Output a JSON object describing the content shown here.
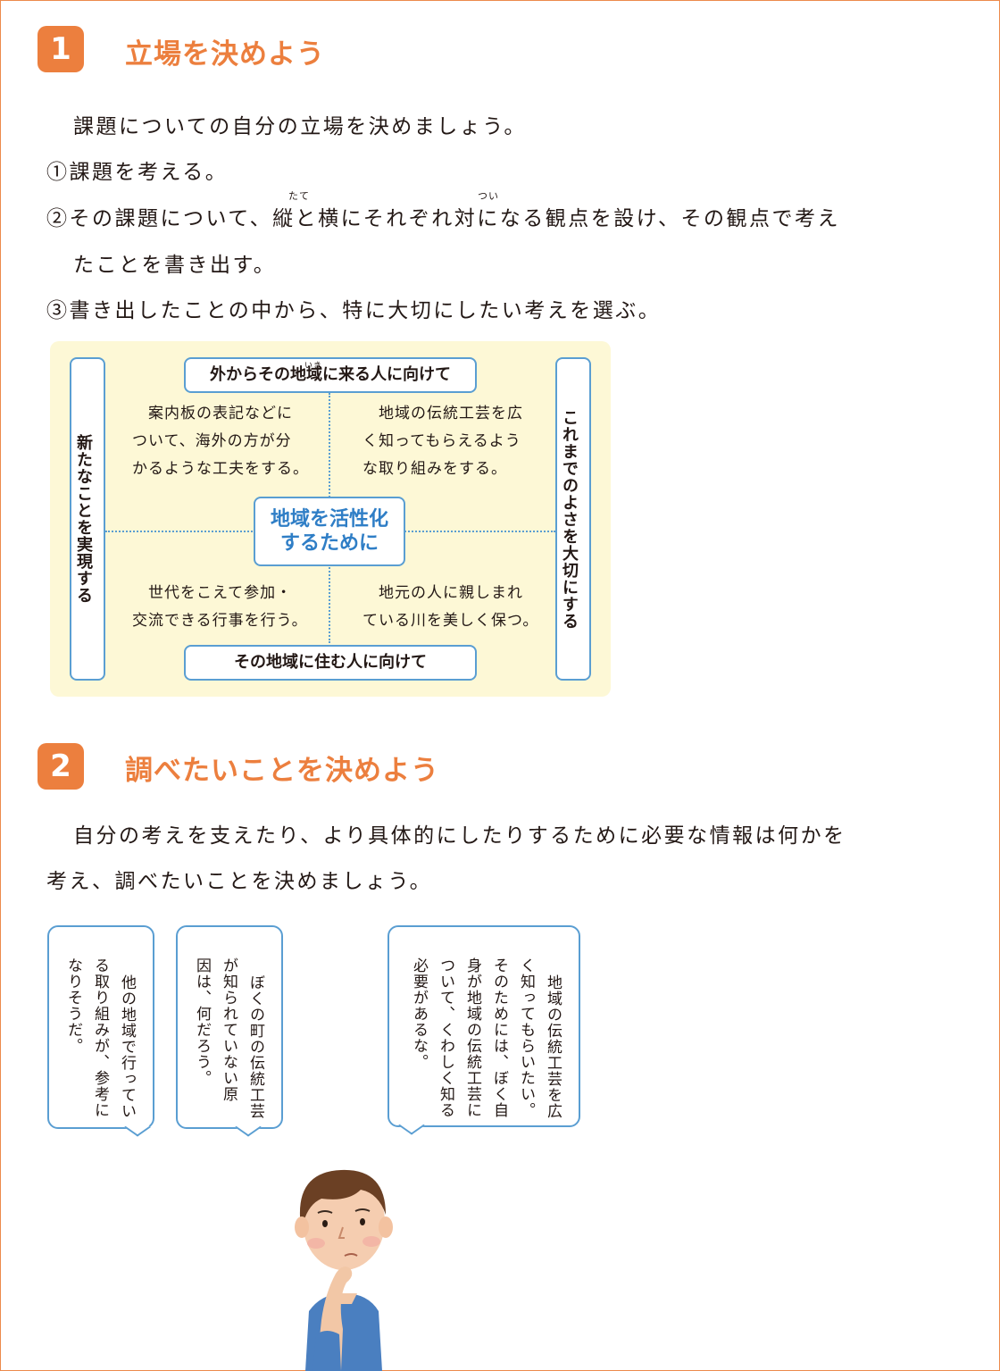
{
  "section1": {
    "number": "1",
    "title": "立場を決めよう",
    "lines": [
      "課題についての自分の立場を決めましょう。",
      "①課題を考える。",
      "②その課題について、縦と横にそれぞれ対になる観点を設け、その観点で考え",
      "たことを書き出す。",
      "③書き出したことの中から、特に大切にしたい考えを選ぶ。"
    ],
    "ruby": {
      "tate": "たて",
      "tsui": "つい",
      "iki": "いき"
    }
  },
  "diagram": {
    "top_label": "外からその地域に来る人に向けて",
    "bottom_label": "その地域に住む人に向けて",
    "left_label": "新たなことを実現する",
    "right_label": "これまでのよさを大切にする",
    "center_line1": "地域を活性化",
    "center_line2": "するために",
    "top_left": [
      "案内板の表記などに",
      "ついて、海外の方が分",
      "かるような工夫をする。"
    ],
    "top_right": [
      "地域の伝統工芸を広",
      "く知ってもらえるよう",
      "な取り組みをする。"
    ],
    "bottom_left": [
      "世代をこえて参加・",
      "交流できる行事を行う。"
    ],
    "bottom_right": [
      "地元の人に親しまれ",
      "ている川を美しく保つ。"
    ]
  },
  "section2": {
    "number": "2",
    "title": "調べたいことを決めよう",
    "lines": [
      "自分の考えを支えたり、より具体的にしたりするために必要な情報は何かを",
      "考え、調べたいことを決めましょう。"
    ]
  },
  "bubbles": [
    {
      "text": [
        "他の地域で行ってい",
        "る取り組みが、参考に",
        "なりそうだ。"
      ]
    },
    {
      "text": [
        "ぼくの町の伝統工芸",
        "が知られていない原",
        "因は、何だろう。"
      ]
    },
    {
      "text": [
        "地域の伝統工芸を広",
        "く知ってもらいたい。",
        "そのためには、ぼく自",
        "身が地域の伝統工芸に",
        "ついて、くわしく知る",
        "必要があるな。"
      ]
    }
  ],
  "colors": {
    "accent": "#ec7f3e",
    "blue": "#5a9ed2",
    "center_text": "#2f7ec6",
    "diagram_bg": "#fdf8d6"
  }
}
